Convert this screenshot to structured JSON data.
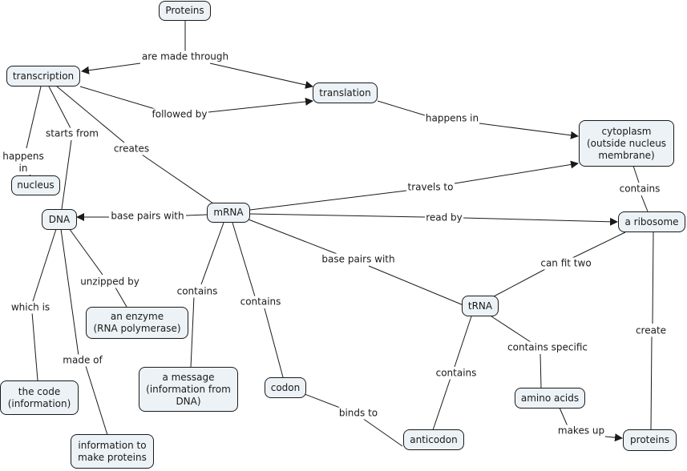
{
  "title": "Protein synthesis concept map",
  "nodes": {
    "proteins_top": "Proteins",
    "transcription": "transcription",
    "translation": "translation",
    "cytoplasm": "cytoplasm\n(outside nucleus\nmembrane)",
    "nucleus": "nucleus",
    "dna": "DNA",
    "mrna": "mRNA",
    "ribosome": "a ribosome",
    "enzyme": "an enzyme\n(RNA polymerase)",
    "message": "a message\n(information from\nDNA)",
    "codon": "codon",
    "trna": "tRNA",
    "code": "the code\n(information)",
    "info": "information to\nmake proteins",
    "amino": "amino acids",
    "anticodon": "anticodon",
    "proteins_bottom": "proteins"
  },
  "links": {
    "are_made_through": "are made through",
    "followed_by": "followed by",
    "happens_in_1": "happens in",
    "happens_in_2": "happens\nin",
    "starts_from": "starts from",
    "creates": "creates",
    "travels_to": "travels to",
    "read_by": "read by",
    "base_pairs_with_1": "base pairs with",
    "base_pairs_with_2": "base pairs with",
    "contains_1": "contains",
    "contains_2": "contains",
    "contains_3": "contains",
    "contains_4": "contains",
    "unzipped_by": "unzipped by",
    "which_is": "which is",
    "made_of": "made of",
    "can_fit_two": "can fit two",
    "contains_specific": "contains specific",
    "create": "create",
    "binds_to": "binds to",
    "makes_up": "makes up"
  },
  "colors": {
    "node_fill": "#ecf2f5",
    "stroke": "#1a1a1a"
  }
}
